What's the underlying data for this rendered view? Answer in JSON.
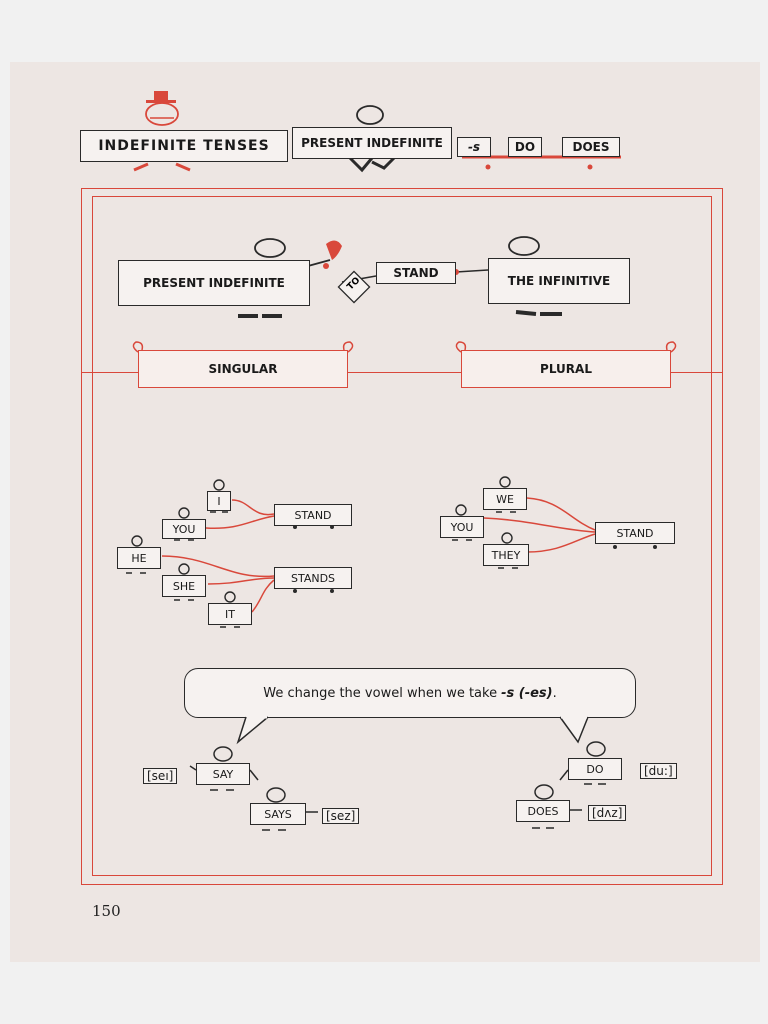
{
  "header": {
    "title": "INDEFINITE TENSES",
    "tense": "PRESENT INDEFINITE",
    "suffix": "-s",
    "aux_do": "DO",
    "aux_does": "DOES"
  },
  "formation": {
    "left": "PRESENT INDEFINITE",
    "particle": "TO",
    "verb": "STAND",
    "right": "THE INFINITIVE"
  },
  "columns": {
    "singular": "SINGULAR",
    "plural": "PLURAL"
  },
  "singular": {
    "pronouns": [
      "I",
      "YOU",
      "HE",
      "SHE",
      "IT"
    ],
    "verb_base": "STAND",
    "verb_s": "STANDS"
  },
  "plural": {
    "pronouns": [
      "WE",
      "YOU",
      "THEY"
    ],
    "verb": "STAND"
  },
  "note": {
    "text_before": "We change the vowel when we take ",
    "text_italic": "-s (-es)",
    "text_after": "."
  },
  "examples": {
    "say": "SAY",
    "say_phon": "[seı]",
    "says": "SAYS",
    "says_phon": "[sez]",
    "do": "DO",
    "do_phon": "[du:]",
    "does": "DOES",
    "does_phon": "[dʌz]"
  },
  "page_number": "150",
  "colors": {
    "accent_red": "#d9483b",
    "ink": "#1a1a1a",
    "paper": "#ede6e3"
  }
}
